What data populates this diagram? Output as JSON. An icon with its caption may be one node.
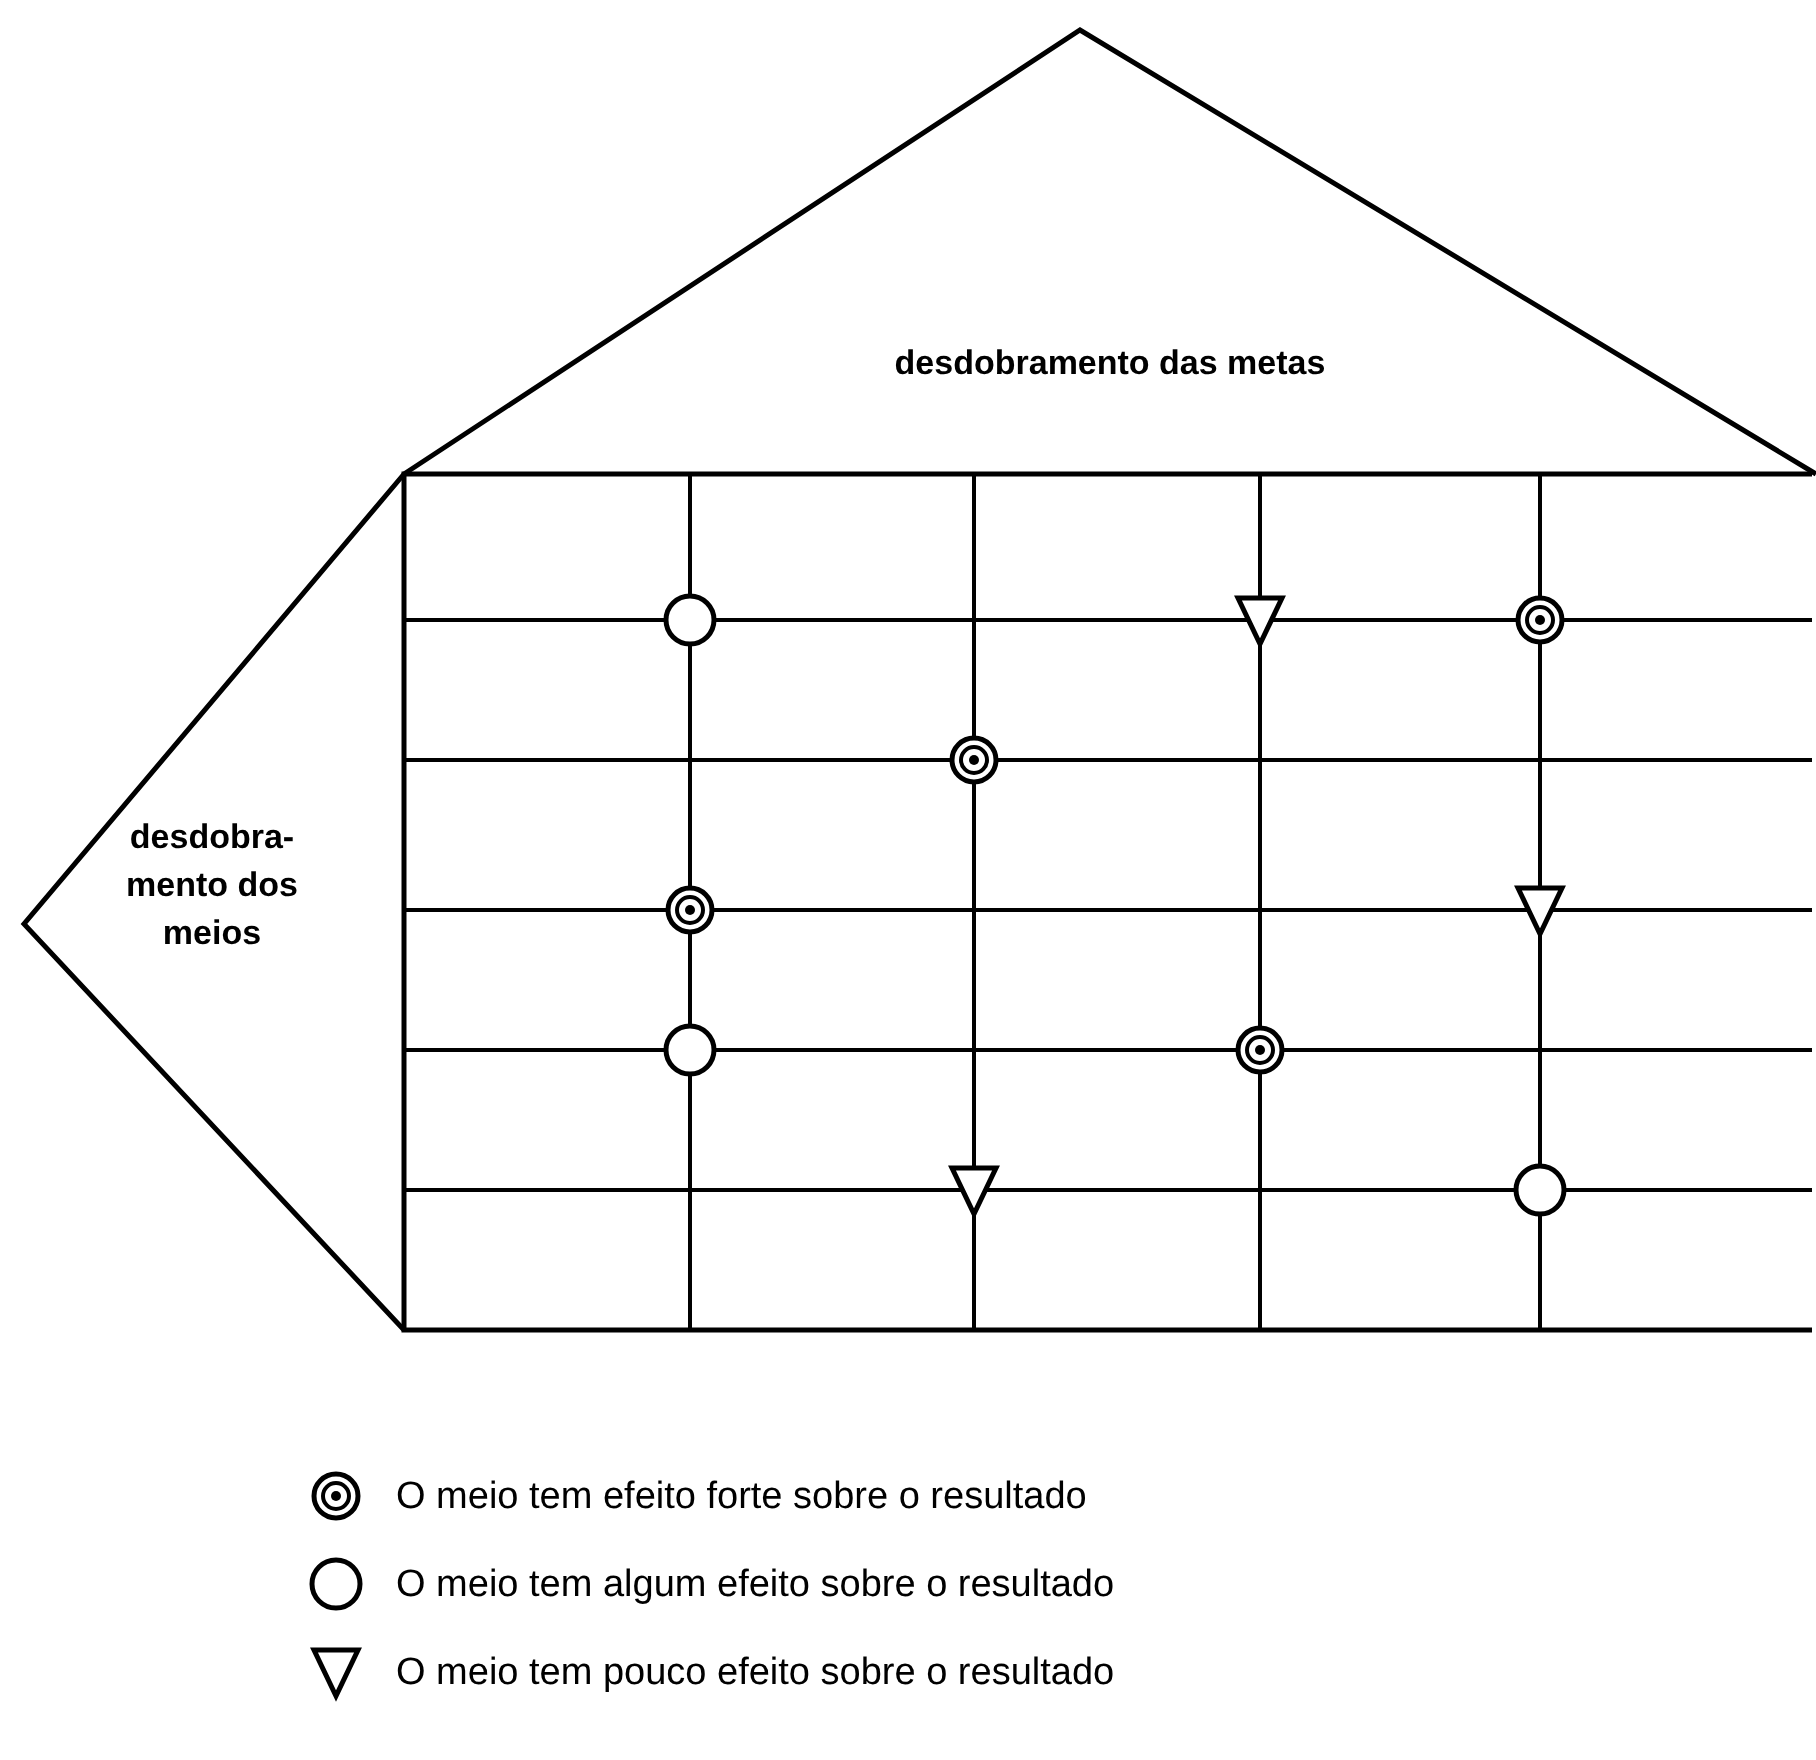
{
  "diagram": {
    "nodes": [
      {
        "text": [
          "desdobramento das metas"
        ]
      },
      {
        "text": [
          "desdobra- mento dos meios"
        ]
      }
    ],
    "legend": [
      {
        "text": "O meio tem efeito forte sobre o resultado"
      },
      {
        "text": "O meio tem algum efeito sobre o resultado"
      },
      {
        "text": "O meio tem pouco efeito sobre o resultado"
      }
    ]
  }
}
